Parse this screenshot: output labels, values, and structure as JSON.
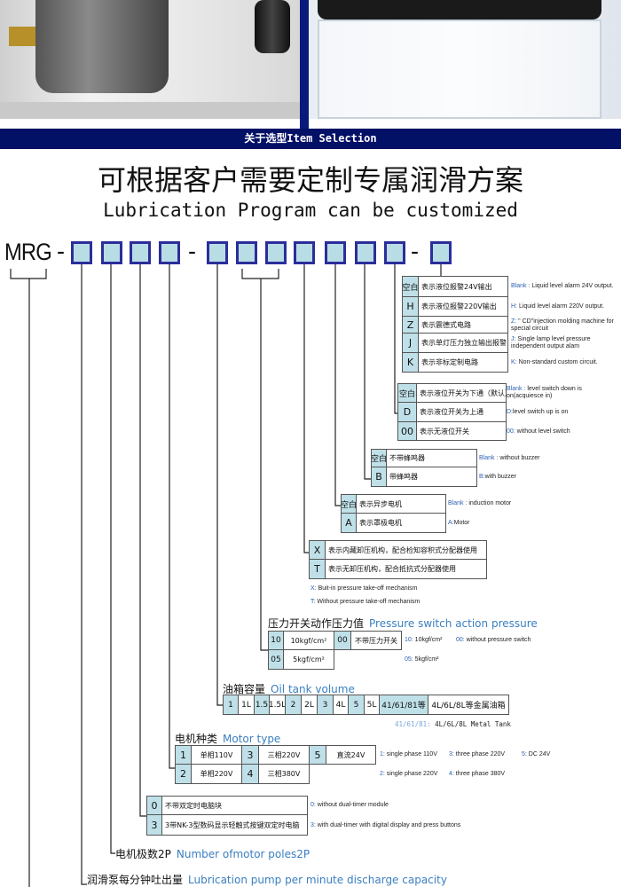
{
  "header_bar": "关于选型Item Selection",
  "title_cn": "可根据客户需要定制专属润滑方案",
  "title_en": "Lubrication Program can be customized",
  "code": {
    "prefix": "MRG",
    "separator": "-"
  },
  "tables": {
    "alarm": {
      "rows": [
        {
          "key": "空白",
          "cn": "表示液位报警24V输出",
          "en_key": "Blank :",
          "en": " Liquid level alarm 24V output."
        },
        {
          "key": "H",
          "cn": "表示液位报警220V输出",
          "en_key": "H:",
          "en": " Liquid level alarm 220V output."
        },
        {
          "key": "Z",
          "cn": "表示震德式电路",
          "en_key": "Z:",
          "en": " \" CD\"injection molding machine for special circuit"
        },
        {
          "key": "J",
          "cn": "表示单灯压力独立输出报警",
          "en_key": "J:",
          "en": " Single lamp level pressure independent output alam"
        },
        {
          "key": "K",
          "cn": "表示非标定制电路",
          "en_key": "K:",
          "en": " Non-standard custom circuit."
        }
      ]
    },
    "level": {
      "rows": [
        {
          "key": "空白",
          "cn": "表示液位开关为下通（默认）",
          "en_key": "Blank :",
          "en": " level switch down is on(acquiesce in)"
        },
        {
          "key": "D",
          "cn": "表示液位开关为上通",
          "en_key": "D:",
          "en": "level switch up is on"
        },
        {
          "key": "00",
          "cn": "表示无液位开关",
          "en_key": "00:",
          "en": " without level switch"
        }
      ]
    },
    "buzzer": {
      "rows": [
        {
          "key": "空白",
          "cn": "不带蜂鸣器",
          "en_key": "Blank :",
          "en": " without buzzer"
        },
        {
          "key": "B",
          "cn": "带蜂鸣器",
          "en_key": "B:",
          "en": "with buzzer"
        }
      ]
    },
    "motor": {
      "rows": [
        {
          "key": "空白",
          "cn": "表示异步电机",
          "en_key": "Blank :",
          "en": " induction motor"
        },
        {
          "key": "A",
          "cn": "表示罩极电机",
          "en_key": "A:",
          "en": "Motor"
        }
      ]
    },
    "pressure_off": {
      "rows": [
        {
          "key": "X",
          "cn": "表示内藏卸压机构，配合检知容积式分配器使用"
        },
        {
          "key": "T",
          "cn": "表示无卸压机构，配合抵抗式分配器使用"
        }
      ],
      "notes": [
        {
          "en_key": "X:",
          "en": " Buit-in pressure take-off mechanism"
        },
        {
          "en_key": "T:",
          "en": " Without pressure take-off mechanism"
        }
      ]
    },
    "dual_timer": {
      "rows": [
        {
          "key": "0",
          "cn": "不带双定时电脑块",
          "en_key": "0:",
          "en": " without dual-timer module"
        },
        {
          "key": "3",
          "cn": "3带NK-3型数码显示轻触式按键双定时电脑",
          "en_key": "3:",
          "en": " with dual-timer with digital display and press buttons"
        }
      ]
    }
  },
  "pressure": {
    "title_cn": "压力开关动作压力值",
    "title_en": "Pressure switch action pressure",
    "cells": [
      "10",
      "10kgf/cm²",
      "00",
      "不带压力开关",
      "05",
      "5kgf/cm²"
    ],
    "notes": [
      {
        "en_key": "10:",
        "en": " 10kgf/cm²"
      },
      {
        "en_key": "00:",
        "en": " without pressure switch"
      },
      {
        "en_key": "05:",
        "en": " 5kgf/cm²"
      }
    ]
  },
  "oil": {
    "title_cn": "油箱容量",
    "title_en": "Oil tank volume",
    "cells": [
      "1",
      "1L",
      "1.5",
      "1.5L",
      "2",
      "2L",
      "3",
      "4L",
      "5",
      "5L",
      "41/61/81等",
      "4L/6L/8L等金属油箱"
    ],
    "note_key": "41/61/81:",
    "note": " 4L/6L/8L Metal Tank"
  },
  "motor_type": {
    "title_cn": "电机种类",
    "title_en": "Motor type",
    "cells": [
      "1",
      "单相110V",
      "3",
      "三相220V",
      "5",
      "直流24V",
      "2",
      "单相220V",
      "4",
      "三相380V"
    ],
    "notes": [
      {
        "en_key": "1:",
        "en": " single phase 110V"
      },
      {
        "en_key": "3:",
        "en": " three phase 220V"
      },
      {
        "en_key": "5:",
        "en": " DC 24V"
      },
      {
        "en_key": "2:",
        "en": " single phase 220V"
      },
      {
        "en_key": "4:",
        "en": " three phase 380V"
      }
    ]
  },
  "poles": {
    "title_cn": "电机极数2P",
    "title_en": "Number ofmotor poles2P"
  },
  "discharge": {
    "title_cn": "润滑泵每分钟吐出量",
    "title_en": "Lubrication pump per minute discharge capacity"
  }
}
